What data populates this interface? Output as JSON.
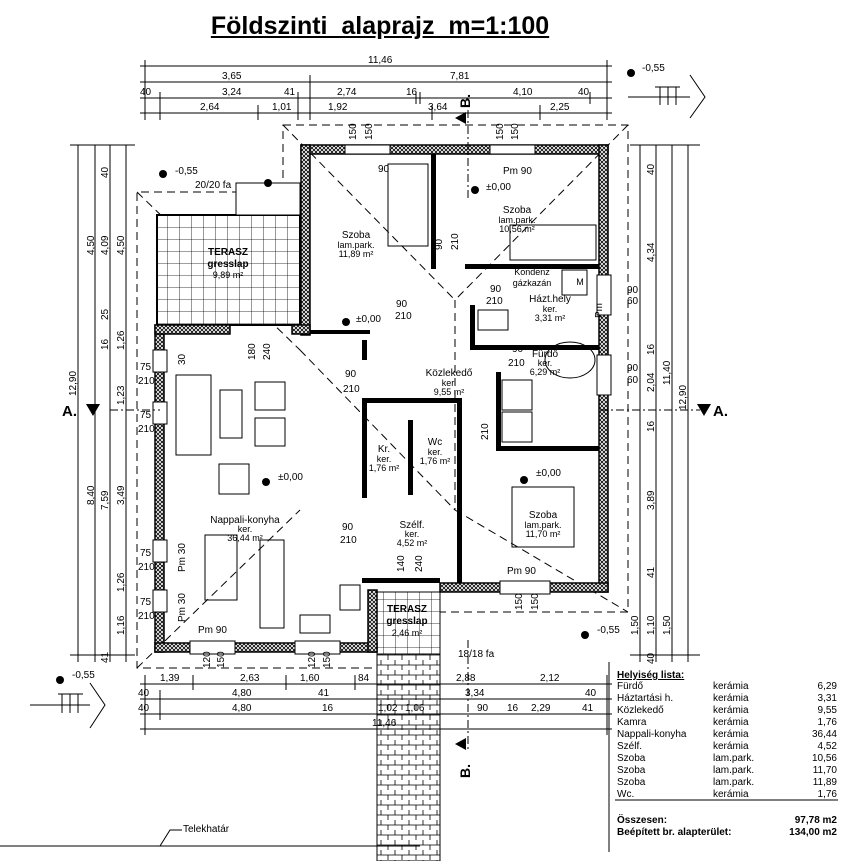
{
  "title": "Földszinti  alaprajz  m=1:100",
  "levels": {
    "outside": "-0,55",
    "floor": "±0,00"
  },
  "section_marks": {
    "a": "A.",
    "b": "B."
  },
  "dims_top": [
    "11,46",
    "3,65",
    "7,81",
    "40",
    "3,24",
    "41",
    "2,74",
    "16",
    "4,10",
    "40",
    "2,64",
    "1,01",
    "1,92",
    "3,64",
    "2,25"
  ],
  "dims_bottom": [
    "1,39",
    "2,63",
    "1,60",
    "84",
    "2,88",
    "2,12",
    "40",
    "4,80",
    "41",
    "3,34",
    "40",
    "40",
    "4,80",
    "16",
    "1,02",
    "1,06",
    "90",
    "16",
    "2,29",
    "41",
    "11,46"
  ],
  "dims_left": [
    "40",
    "4,50",
    "4,09",
    "4,50",
    "25",
    "16",
    "1,26",
    "12,90",
    "1,23",
    "8,40",
    "7,59",
    "3,49",
    "1,26",
    "1,16",
    "41"
  ],
  "dims_right": [
    "40",
    "4,34",
    "16",
    "2,04",
    "11,40",
    "12,90",
    "16",
    "3,89",
    "41",
    "1,50",
    "1,10",
    "1,50",
    "40"
  ],
  "openings": {
    "w75": "75",
    "h210": "210",
    "w90": "90",
    "w150": "150",
    "w120": "120",
    "w60": "60",
    "w180": "180",
    "w240": "240",
    "w140": "140",
    "w30": "30",
    "pm90": "Pm 90",
    "pm30": "Pm 30",
    "pm": "Pm"
  },
  "rooms": [
    {
      "name": "Szoba",
      "floor": "lam.park.",
      "area": "11,89 m²"
    },
    {
      "name": "Szoba",
      "floor": "lam.park.",
      "area": "10,56 m²"
    },
    {
      "name": "Házt.hely",
      "floor": "ker.",
      "area": "3,31 m²"
    },
    {
      "name": "Fürdő",
      "floor": "ker.",
      "area": "6,29 m²"
    },
    {
      "name": "Közlekedő",
      "floor": "ker.",
      "area": "9,55 m²"
    },
    {
      "name": "Kr.",
      "floor": "ker.",
      "area": "1,76 m²"
    },
    {
      "name": "Wc",
      "floor": "ker.",
      "area": "1,76 m²"
    },
    {
      "name": "Szélf.",
      "floor": "ker.",
      "area": "4,52 m²"
    },
    {
      "name": "Szoba",
      "floor": "lam.park.",
      "area": "11,70 m²"
    },
    {
      "name": "Nappali-konyha",
      "floor": "ker.",
      "area": "36,44 m²"
    },
    {
      "name": "TERASZ",
      "floor": "gresslap",
      "area": "9,89 m²"
    },
    {
      "name": "TERASZ",
      "floor": "gresslap",
      "area": "2,46 m²"
    }
  ],
  "annotations": {
    "boiler1": "Kondenz",
    "boiler2": "gázkazán",
    "post1": "20/20 fa",
    "post2": "18/18 fa",
    "boundary": "Telekhatár",
    "meter": "M"
  },
  "room_list": {
    "heading": "Helyiség lista:",
    "rows": [
      {
        "room": "Fürdő",
        "floor": "kerámia",
        "area": "6,29"
      },
      {
        "room": "Háztartási h.",
        "floor": "kerámia",
        "area": "3,31"
      },
      {
        "room": "Közlekedő",
        "floor": "kerámia",
        "area": "9,55"
      },
      {
        "room": "Kamra",
        "floor": "kerámia",
        "area": "1,76"
      },
      {
        "room": "Nappali-konyha",
        "floor": "kerámia",
        "area": "36,44"
      },
      {
        "room": "Szélf.",
        "floor": "kerámia",
        "area": "4,52"
      },
      {
        "room": "Szoba",
        "floor": "lam.park.",
        "area": "10,56"
      },
      {
        "room": "Szoba",
        "floor": "lam.park.",
        "area": "11,70"
      },
      {
        "room": "Szoba",
        "floor": "lam.park.",
        "area": "11,89"
      },
      {
        "room": "Wc.",
        "floor": "kerámia",
        "area": "1,76"
      }
    ],
    "total_label": "Összesen:",
    "total_value": "97,78 m2",
    "built_label": "Beépített br. alapterület:",
    "built_value": "134,00 m2"
  }
}
